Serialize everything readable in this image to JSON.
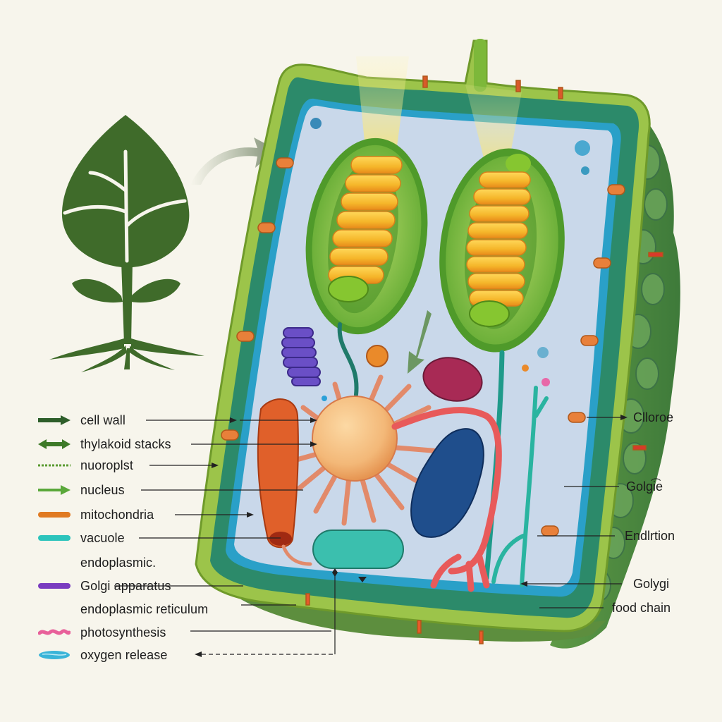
{
  "diagram": {
    "subject": "plant cell cross-section",
    "background_color": "#f7f5ec",
    "leaf_icon": {
      "name": "plant-sprout-icon",
      "color": "#3f6b2a"
    },
    "colors": {
      "cell_wall_outer": "#9cc44a",
      "cell_wall_dark": "#2c8a6a",
      "membrane": "#2aa0c8",
      "cytoplasm": "#c9d8ea",
      "chloroplast": "#8cc43c",
      "thylakoid": "#f2b52a",
      "nucleus": "#f3b878",
      "mitochondria_orange": "#e0602a",
      "blue_organelle": "#1f4e8c",
      "vacuole_teal": "#3bbfae",
      "golgi_purple": "#6a4fc6",
      "er_red": "#e85a5a",
      "magenta_organelle": "#a82a55"
    }
  },
  "legend": {
    "items": [
      {
        "label": "cell  wall",
        "swatch": "arrow",
        "color": "#2e5e2a"
      },
      {
        "label": "thylakoid stacks",
        "swatch": "double-arrow",
        "color": "#3d7a28"
      },
      {
        "label": "nuoroplst",
        "swatch": "dotted",
        "color": "#5a9a30"
      },
      {
        "label": "nucleus",
        "swatch": "arrow",
        "color": "#5aa83a"
      },
      {
        "label": "mitochondria",
        "swatch": "bar",
        "color": "#e07a22"
      },
      {
        "label": "vacuole",
        "swatch": "bar",
        "color": "#2cc4bc"
      },
      {
        "label": "endoplasmic.",
        "swatch": "none",
        "color": ""
      },
      {
        "label": "Golgi apparatus",
        "swatch": "bar",
        "color": "#7a3cc0"
      },
      {
        "label": "endoplasmic reticulum",
        "swatch": "none",
        "color": ""
      },
      {
        "label": "photosynthesis",
        "swatch": "wavy",
        "color": "#e8609a"
      },
      {
        "label": "oxygen release",
        "swatch": "wavy-blue",
        "color": "#3ab4d8"
      }
    ]
  },
  "right_labels": [
    {
      "label": "Clloroe"
    },
    {
      "label": "Golgi͡e"
    },
    {
      "label": "Endlrtion"
    },
    {
      "label": "Golygi"
    },
    {
      "label": "food chain"
    }
  ]
}
